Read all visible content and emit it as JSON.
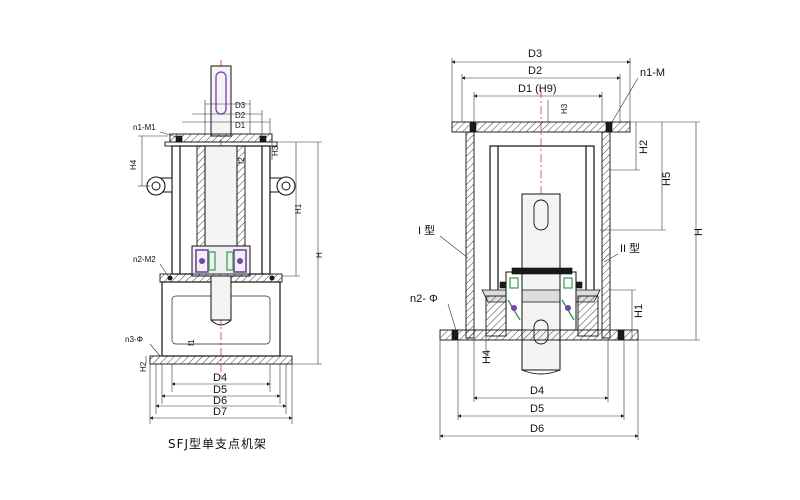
{
  "caption": "SFJ型单支点机架",
  "left_view": {
    "labels": {
      "d3": "D3",
      "d2": "D2",
      "d1": "D1",
      "n1_m1": "n1-M1",
      "h4": "H4",
      "f2": "f2",
      "h3": "H3",
      "h1": "H1",
      "h": "H",
      "n2_m2": "n2-M2",
      "n3_phi": "n3-Φ",
      "f1": "f1",
      "h2": "H2",
      "d4": "D4",
      "d5": "D5",
      "d6": "D6",
      "d7": "D7"
    }
  },
  "right_view": {
    "labels": {
      "d3": "D3",
      "d2": "D2",
      "d1_h9": "D1 (H9)",
      "n1_m": "n1-M",
      "h3": "H3",
      "h2": "H2",
      "h5": "H5",
      "h": "H",
      "type_i": "I 型",
      "type_ii": "II 型",
      "n2_phi": "n2- Φ",
      "h1": "H1",
      "h4": "H4",
      "d4": "D4",
      "d5": "D5",
      "d6": "D6"
    }
  },
  "colors": {
    "centerline": "#d33333",
    "bearing": "#7a3fb0",
    "seal": "#2f9e47"
  }
}
